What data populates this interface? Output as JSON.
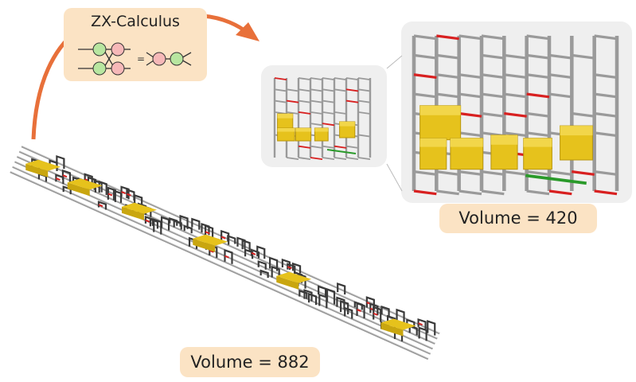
{
  "zx": {
    "title": "ZX-Calculus",
    "equals": "=",
    "green": "#b8e6a0",
    "red": "#f6b8b8"
  },
  "labels": {
    "volume_large": "Volume = 420",
    "volume_long": "Volume = 882"
  },
  "colors": {
    "arrow": "#e8703a",
    "box_fill": "#fbe3c4",
    "block": "#e6c21c",
    "pipe": "#9a9a9a",
    "pipe_dark": "#3a3a3a",
    "red_edge": "#d82020",
    "green_edge": "#2a9a2a",
    "panel": "#efefef"
  }
}
